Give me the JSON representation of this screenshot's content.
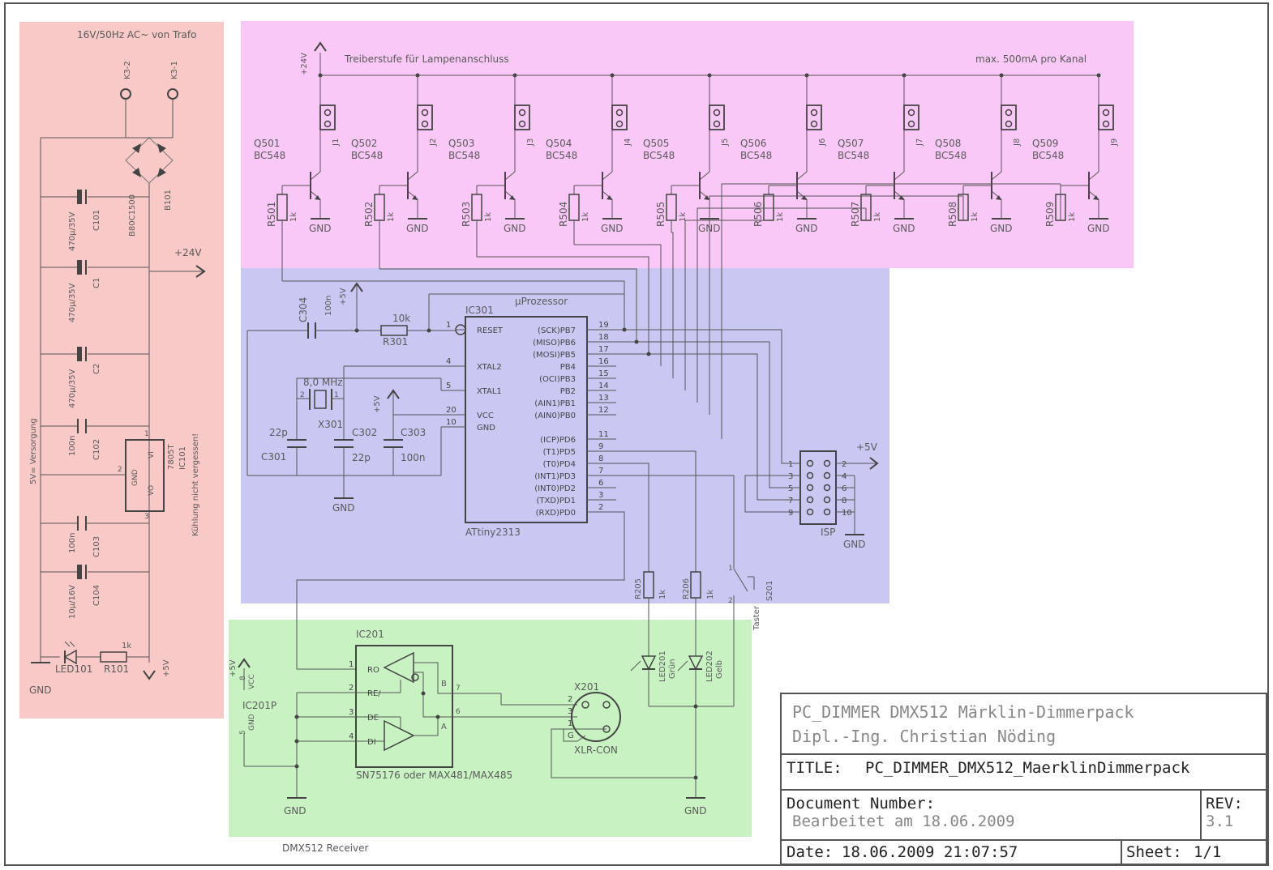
{
  "regions": {
    "power": {
      "caption": "16V/50Hz AC~ von Trafo",
      "color": "#f8c9c6"
    },
    "driver": {
      "caption": "Treiberstufe für Lampenanschluss",
      "caption_right": "max. 500mA pro Kanal",
      "color": "#f9c8f6"
    },
    "micro": {
      "caption": "µProzessor",
      "color": "#c9c8f3"
    },
    "dmx": {
      "caption": "DMX512 Receiver",
      "color": "#c9f2c3"
    }
  },
  "power": {
    "k3_2": "K3-2",
    "k3_1": "K3-1",
    "bridge_ref": "B101",
    "bridge_val": "B80C1500",
    "c101_ref": "C101",
    "c101_val": "470µ/35V",
    "c1_ref": "C1",
    "c1_val": "470µ/35V",
    "c2_ref": "C2",
    "c2_val": "470µ/35V",
    "c102_ref": "C102",
    "c102_val": "100n",
    "c103_ref": "C103",
    "c103_val": "100n",
    "c104_ref": "C104",
    "c104_val": "10µ/16V",
    "reg_ref": "IC101",
    "reg_val": "7805T",
    "reg_gnd": "GND",
    "reg_vi": "VI",
    "reg_vo": "VO",
    "reg_pin1": "1",
    "reg_pin2": "2",
    "reg_pin3": "3",
    "reg_note": "Kühlung nicht vergessen!",
    "supply_note": "5V= Versorgung",
    "plus24": "+24V",
    "plus5": "+5V",
    "gnd": "GND",
    "led_ref": "LED101",
    "r_ref": "R101",
    "r_val": "1k"
  },
  "driver": {
    "supply": "+24V",
    "channels": [
      {
        "q": "Q501",
        "t": "BC548",
        "r": "R501",
        "rv": "1k",
        "j": "J1",
        "gnd": "GND"
      },
      {
        "q": "Q502",
        "t": "BC548",
        "r": "R502",
        "rv": "1k",
        "j": "J2",
        "gnd": "GND"
      },
      {
        "q": "Q503",
        "t": "BC548",
        "r": "R503",
        "rv": "1k",
        "j": "J3",
        "gnd": "GND"
      },
      {
        "q": "Q504",
        "t": "BC548",
        "r": "R504",
        "rv": "1k",
        "j": "J4",
        "gnd": "GND"
      },
      {
        "q": "Q505",
        "t": "BC548",
        "r": "R505",
        "rv": "1k",
        "j": "J5",
        "gnd": "GND"
      },
      {
        "q": "Q506",
        "t": "BC548",
        "r": "R506",
        "rv": "1k",
        "j": "J6",
        "gnd": "GND"
      },
      {
        "q": "Q507",
        "t": "BC548",
        "r": "R507",
        "rv": "1k",
        "j": "J7",
        "gnd": "GND"
      },
      {
        "q": "Q508",
        "t": "BC548",
        "r": "R508",
        "rv": "1k",
        "j": "J8",
        "gnd": "GND"
      },
      {
        "q": "Q509",
        "t": "BC548",
        "r": "R509",
        "rv": "1k",
        "j": "J9",
        "gnd": "GND"
      }
    ]
  },
  "micro": {
    "ic_ref": "IC301",
    "ic_val": "ATtiny2313",
    "left_pins": [
      {
        "num": "1",
        "name": "RESET"
      },
      {
        "num": "4",
        "name": "XTAL2"
      },
      {
        "num": "5",
        "name": "XTAL1"
      },
      {
        "num": "20",
        "name": "VCC"
      },
      {
        "num": "10",
        "name": "GND"
      }
    ],
    "right_pins": [
      {
        "num": "19",
        "name": "(SCK)PB7"
      },
      {
        "num": "18",
        "name": "(MISO)PB6"
      },
      {
        "num": "17",
        "name": "(MOSI)PB5"
      },
      {
        "num": "16",
        "name": "PB4"
      },
      {
        "num": "15",
        "name": "(OCI)PB3"
      },
      {
        "num": "14",
        "name": "PB2"
      },
      {
        "num": "13",
        "name": "(AIN1)PB1"
      },
      {
        "num": "12",
        "name": "(AIN0)PB0"
      },
      {
        "num": "11",
        "name": "(ICP)PD6"
      },
      {
        "num": "9",
        "name": "(T1)PD5"
      },
      {
        "num": "8",
        "name": "(T0)PD4"
      },
      {
        "num": "7",
        "name": "(INT1)PD3"
      },
      {
        "num": "6",
        "name": "(INT0)PD2"
      },
      {
        "num": "3",
        "name": "(TXD)PD1"
      },
      {
        "num": "2",
        "name": "(RXD)PD0"
      }
    ],
    "c304_ref": "C304",
    "c304_val": "100n",
    "r301_ref": "R301",
    "r301_val": "10k",
    "plus5": "+5V",
    "xtal_ref": "X301",
    "xtal_val": "8,0 MHz",
    "xtal_p1": "1",
    "xtal_p2": "2",
    "c301_ref": "C301",
    "c301_val": "22p",
    "c302_ref": "C302",
    "c302_val": "22p",
    "c303_ref": "C303",
    "c303_val": "100n",
    "gnd": "GND",
    "isp_ref": "ISP",
    "isp_plus5": "+5V",
    "isp_gnd": "GND",
    "isp_pins_left": [
      "1",
      "3",
      "5",
      "7",
      "9"
    ],
    "isp_pins_right": [
      "2",
      "4",
      "6",
      "8",
      "10"
    ],
    "r205_ref": "R205",
    "r205_val": "1k",
    "r206_ref": "R206",
    "r206_val": "1k",
    "s201_ref": "S201",
    "s201_val": "Taster",
    "s201_p1": "1",
    "s201_p2": "2"
  },
  "dmx": {
    "ic_ref": "IC201",
    "ic_val": "SN75176 oder MAX481/MAX485",
    "pins": [
      {
        "num": "1",
        "name": "RO"
      },
      {
        "num": "2",
        "name": "RE/"
      },
      {
        "num": "3",
        "name": "DE"
      },
      {
        "num": "4",
        "name": "DI"
      }
    ],
    "pin_b": "B",
    "pin_a": "A",
    "pin_b_num": "7",
    "pin_a_num": "6",
    "pwr_ref": "IC201P",
    "pwr_plus5": "+5V",
    "pwr_vcc": "VCC",
    "pwr_gnd": "GND",
    "pwr_vcc_pin": "8",
    "pwr_gnd_pin": "5",
    "xlr_ref": "X201",
    "xlr_val": "XLR-CON",
    "xlr_pins": [
      "2",
      "3",
      "1",
      "G"
    ],
    "led201_ref": "LED201",
    "led201_val": "Grün",
    "led202_ref": "LED202",
    "led202_val": "Gelb",
    "gnd": "GND"
  },
  "titleblock": {
    "line1": "PC_DIMMER DMX512 Märklin-Dimmerpack",
    "line2": "Dipl.-Ing. Christian Nöding",
    "title_label": "TITLE:",
    "title_value": "PC_DIMMER_DMX512_MaerklinDimmerpack",
    "docnum_label": "Document Number:",
    "docnum_value": "Bearbeitet am 18.06.2009",
    "rev_label": "REV:",
    "rev_value": "3.1",
    "date_label": "Date:",
    "date_value": "18.06.2009 21:07:57",
    "sheet_label": "Sheet:",
    "sheet_value": "1/1"
  }
}
